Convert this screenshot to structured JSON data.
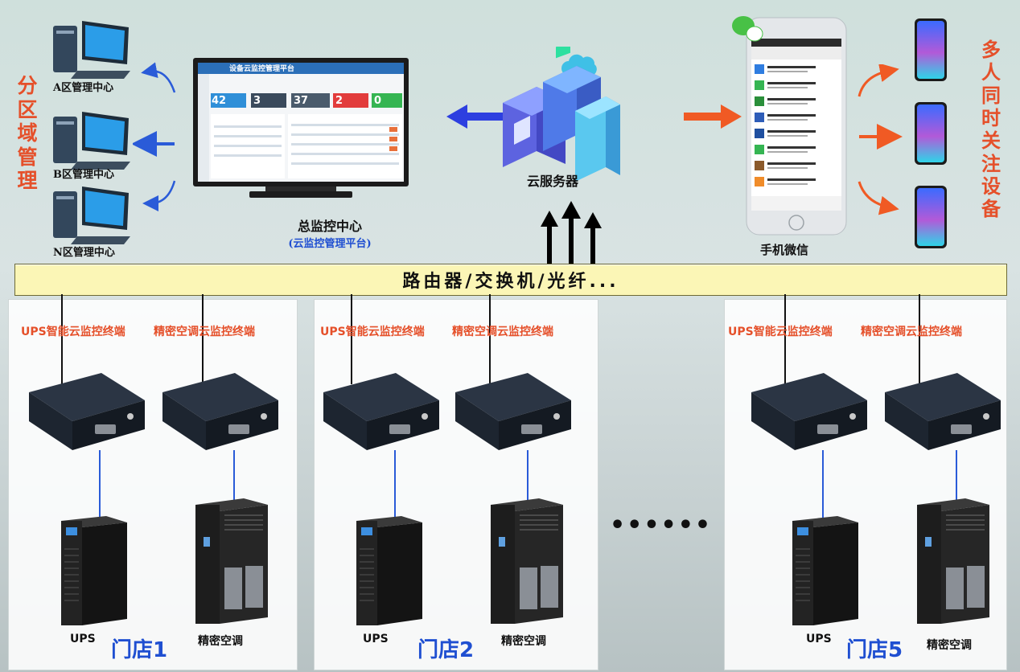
{
  "left_title": [
    "分",
    "区",
    "域",
    "管",
    "理"
  ],
  "right_title": [
    "多",
    "人",
    "同",
    "时",
    "关",
    "注",
    "设",
    "备"
  ],
  "centers": [
    "A区管理中心",
    "B区管理中心",
    "N区管理中心"
  ],
  "platform": {
    "label": "总监控中心",
    "sublabel": "(云监控管理平台)",
    "screen_title": "设备云监控管理平台",
    "stats": [
      "42",
      "3",
      "37",
      "2",
      "0"
    ]
  },
  "server_label": "云服务器",
  "phone_label": "手机微信",
  "bus_label": "路由器/交换机/光纤...",
  "terminals": {
    "ups": "UPS智能云监控终端",
    "ac": "精密空调云监控终端"
  },
  "devices": {
    "ups": "UPS",
    "ac": "精密空调"
  },
  "stores": [
    "门店1",
    "门店2",
    "门店5"
  ],
  "ellipsis": "••••••",
  "colors": {
    "accent_red": "#e5502a",
    "store_blue": "#1f4fd1",
    "arrow_blue": "#2a5bd8",
    "bus_fill": "#fbf6b6"
  }
}
